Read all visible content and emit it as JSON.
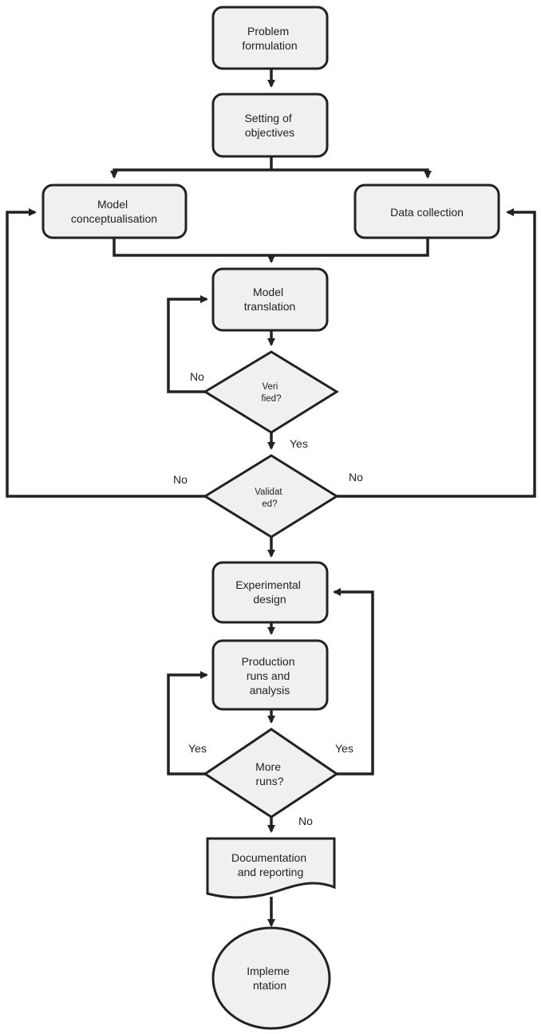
{
  "colors": {
    "node_fill": "#f0f0f0",
    "stroke": "#222222",
    "background": "#ffffff"
  },
  "nodes": {
    "problem_formulation": {
      "lines": [
        "Problem",
        "formulation"
      ]
    },
    "setting_objectives": {
      "lines": [
        "Setting of",
        "objectives"
      ]
    },
    "model_conceptualisation": {
      "lines": [
        "Model",
        "conceptualisation"
      ]
    },
    "data_collection": {
      "lines": [
        "Data collection"
      ]
    },
    "model_translation": {
      "lines": [
        "Model",
        "translation"
      ]
    },
    "verified": {
      "lines": [
        "Veri",
        "fied?"
      ]
    },
    "validated": {
      "lines": [
        "Validat",
        "ed?"
      ]
    },
    "experimental_design": {
      "lines": [
        "Experimental",
        "design"
      ]
    },
    "production_runs": {
      "lines": [
        "Production",
        "runs and",
        "analysis"
      ]
    },
    "more_runs": {
      "lines": [
        "More",
        "runs?"
      ]
    },
    "documentation": {
      "lines": [
        "Documentation",
        "and reporting"
      ]
    },
    "implementation": {
      "lines": [
        "Impleme",
        "ntation"
      ]
    }
  },
  "edge_labels": {
    "verified_no": "No",
    "verified_yes": "Yes",
    "validated_no_left": "No",
    "validated_no_right": "No",
    "more_runs_yes_left": "Yes",
    "more_runs_yes_right": "Yes",
    "more_runs_no": "No"
  }
}
